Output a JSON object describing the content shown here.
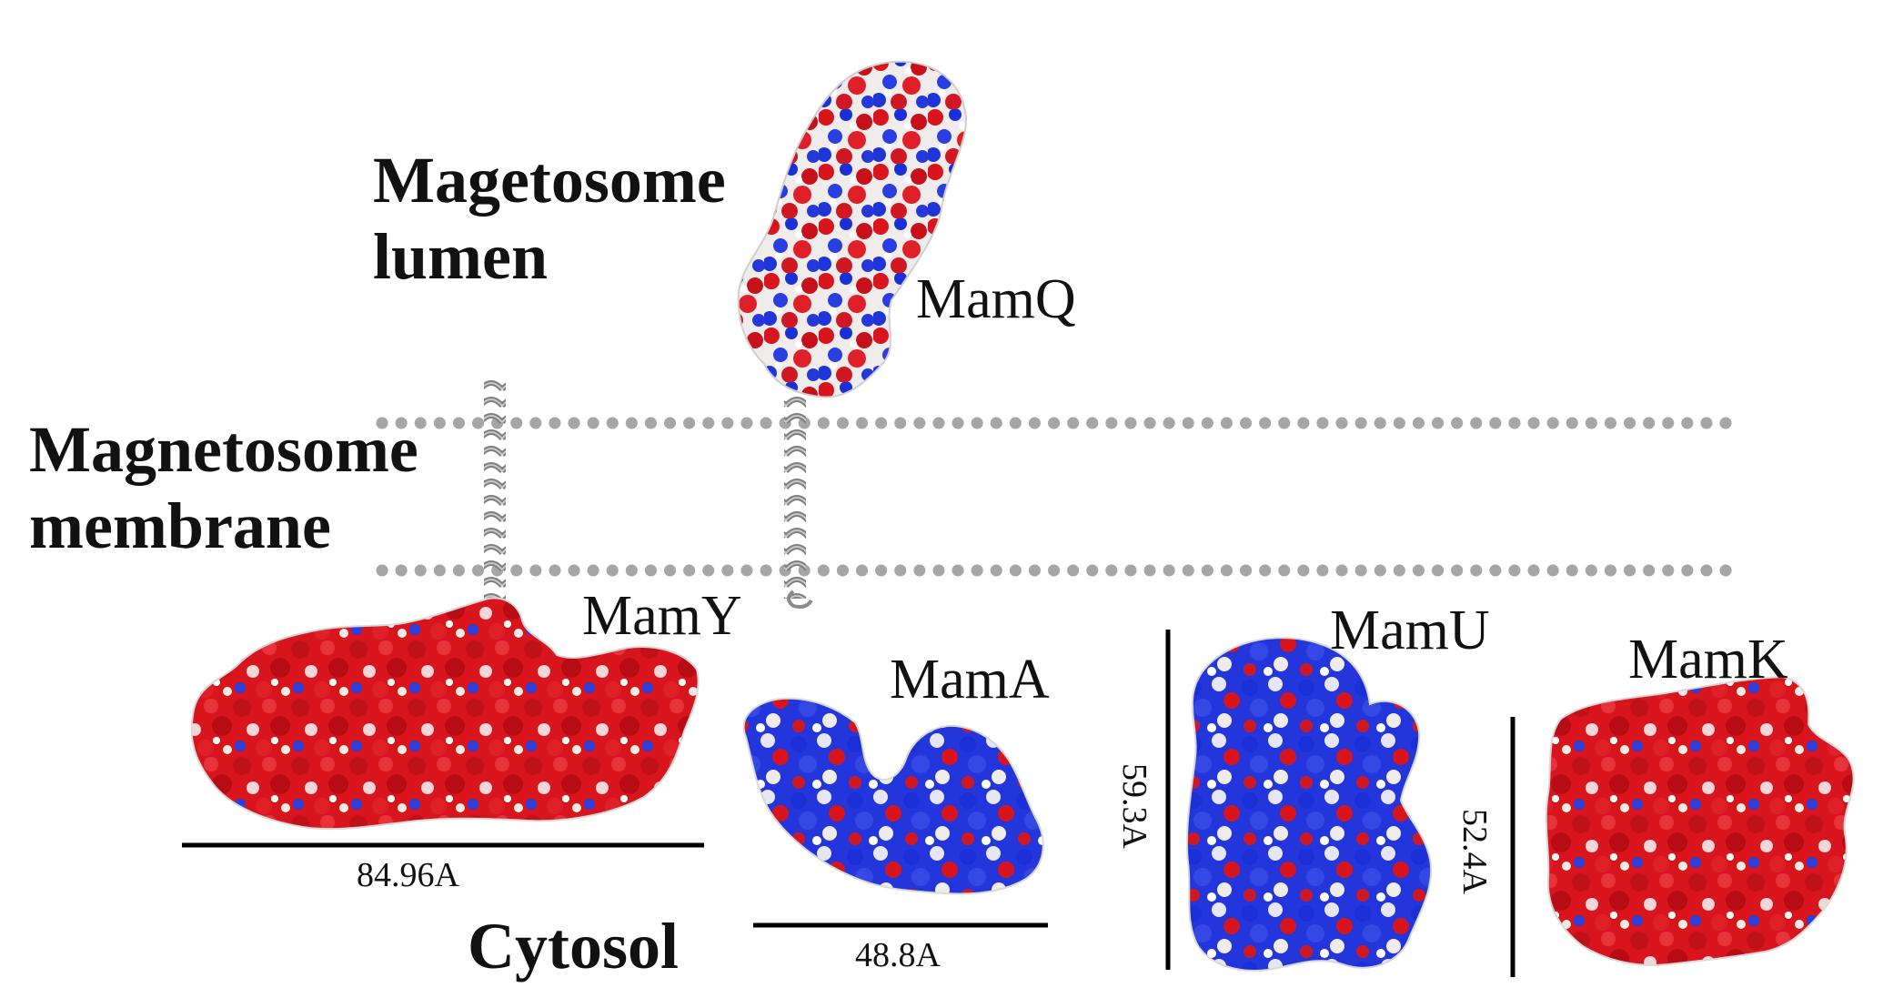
{
  "regions": {
    "lumen": [
      "Magetosome",
      "lumen"
    ],
    "membrane": [
      "Magnetosome",
      "membrane"
    ],
    "cytosol": "Cytosol"
  },
  "proteins": {
    "mamq": "MamQ",
    "mamy": "MamY",
    "mama": "MamA",
    "mamu": "MamU",
    "mamk": "MamK"
  },
  "measurements": {
    "mamy_width": "84.96A",
    "mama_width": "48.8A",
    "mamu_height": "59.3A",
    "mamk_height": "52.4A"
  },
  "colors": {
    "positive": "#1a2fd6",
    "negative": "#d8141c",
    "neutral": "#f2efef",
    "helix": "#8a8a8a",
    "membrane_dots": "#a6a6a6"
  }
}
